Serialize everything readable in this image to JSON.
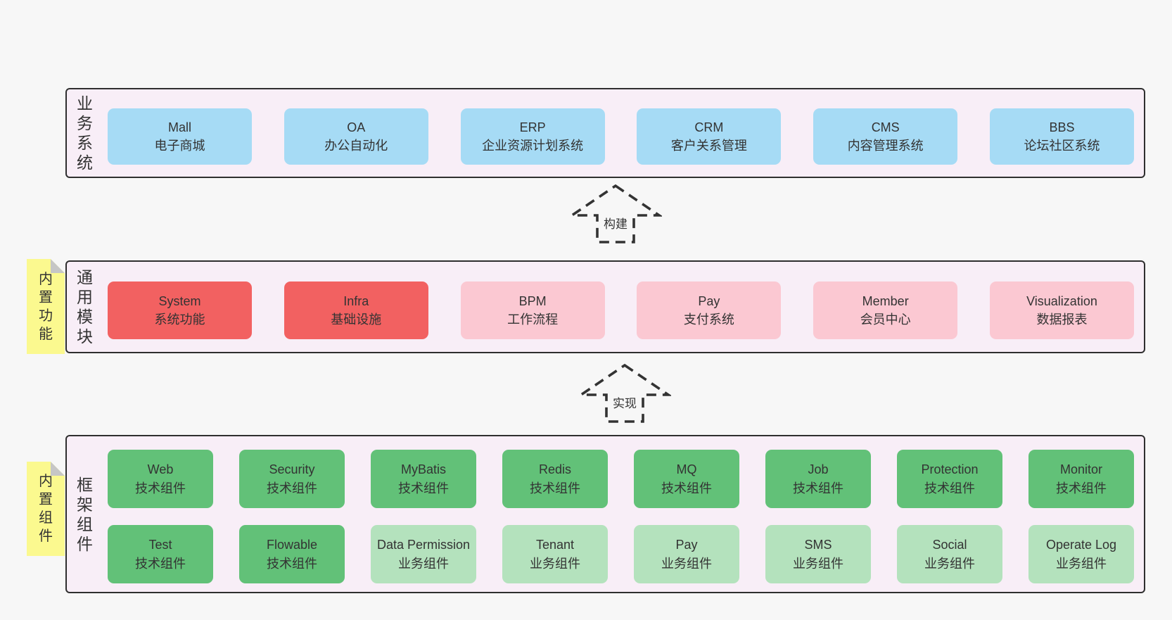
{
  "colors": {
    "page_background": "#f7f7f7",
    "layer_background": "#f8eef7",
    "layer_border": "#2f2f2f",
    "blue_box": "#a6dbf5",
    "red_box": "#f26161",
    "pink_box": "#fbc8d2",
    "green_dark_box": "#62c178",
    "green_light_box": "#b4e2bd",
    "sticky_yellow": "#fbf98f",
    "sticky_fold_gray": "#c6c6c6",
    "text": "#333333"
  },
  "arrows": {
    "build": "构建",
    "implement": "实现"
  },
  "layers": {
    "business": {
      "side_label": "业务系统",
      "boxes": [
        {
          "en": "Mall",
          "zh": "电子商城",
          "variant": "blue"
        },
        {
          "en": "OA",
          "zh": "办公自动化",
          "variant": "blue"
        },
        {
          "en": "ERP",
          "zh": "企业资源计划系统",
          "variant": "blue"
        },
        {
          "en": "CRM",
          "zh": "客户关系管理",
          "variant": "blue"
        },
        {
          "en": "CMS",
          "zh": "内容管理系统",
          "variant": "blue"
        },
        {
          "en": "BBS",
          "zh": "论坛社区系统",
          "variant": "blue"
        }
      ]
    },
    "modules": {
      "sticky": "内置功能",
      "side_label": "通用模块",
      "boxes": [
        {
          "en": "System",
          "zh": "系统功能",
          "variant": "red"
        },
        {
          "en": "Infra",
          "zh": "基础设施",
          "variant": "red"
        },
        {
          "en": "BPM",
          "zh": "工作流程",
          "variant": "pink"
        },
        {
          "en": "Pay",
          "zh": "支付系统",
          "variant": "pink"
        },
        {
          "en": "Member",
          "zh": "会员中心",
          "variant": "pink"
        },
        {
          "en": "Visualization",
          "zh": "数据报表",
          "variant": "pink"
        }
      ]
    },
    "components": {
      "sticky": "内置组件",
      "side_label": "框架组件",
      "row1": [
        {
          "en": "Web",
          "zh": "技术组件",
          "variant": "green_dark"
        },
        {
          "en": "Security",
          "zh": "技术组件",
          "variant": "green_dark"
        },
        {
          "en": "MyBatis",
          "zh": "技术组件",
          "variant": "green_dark"
        },
        {
          "en": "Redis",
          "zh": "技术组件",
          "variant": "green_dark"
        },
        {
          "en": "MQ",
          "zh": "技术组件",
          "variant": "green_dark"
        },
        {
          "en": "Job",
          "zh": "技术组件",
          "variant": "green_dark"
        },
        {
          "en": "Protection",
          "zh": "技术组件",
          "variant": "green_dark"
        },
        {
          "en": "Monitor",
          "zh": "技术组件",
          "variant": "green_dark"
        }
      ],
      "row2": [
        {
          "en": "Test",
          "zh": "技术组件",
          "variant": "green_dark"
        },
        {
          "en": "Flowable",
          "zh": "技术组件",
          "variant": "green_dark"
        },
        {
          "en": "Data Permission",
          "zh": "业务组件",
          "variant": "green_light"
        },
        {
          "en": "Tenant",
          "zh": "业务组件",
          "variant": "green_light"
        },
        {
          "en": "Pay",
          "zh": "业务组件",
          "variant": "green_light"
        },
        {
          "en": "SMS",
          "zh": "业务组件",
          "variant": "green_light"
        },
        {
          "en": "Social",
          "zh": "业务组件",
          "variant": "green_light"
        },
        {
          "en": "Operate Log",
          "zh": "业务组件",
          "variant": "green_light"
        }
      ]
    }
  }
}
